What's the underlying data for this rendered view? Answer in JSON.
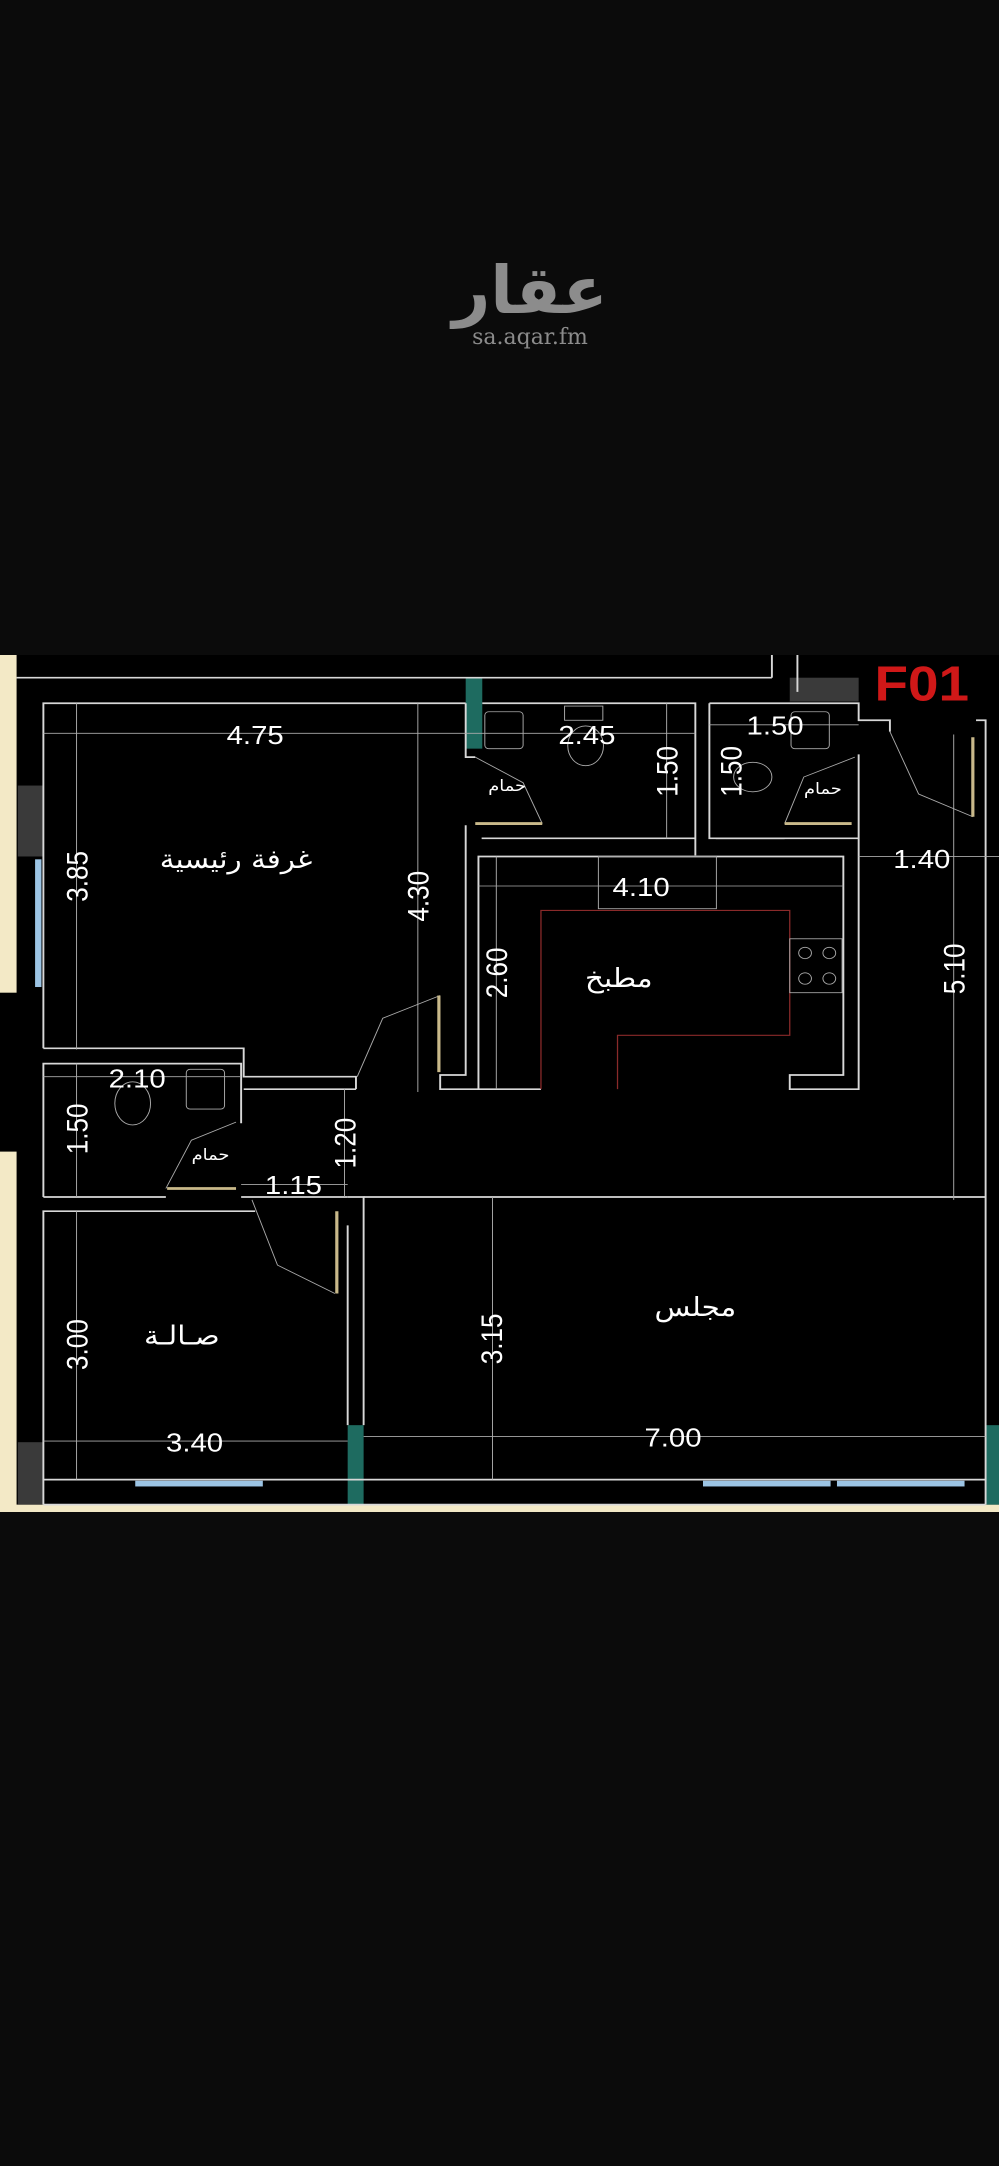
{
  "logo": {
    "arabic": "عقار",
    "url": "sa.aqar.fm"
  },
  "plan": {
    "unit_label": "F01",
    "rooms": {
      "master_bedroom": "غرفة رئيسية",
      "kitchen": "مطبخ",
      "bath": "حمام",
      "hall": "صـالـة",
      "majlis": "مجلس"
    },
    "dimensions": {
      "bedroom_width": "4.75",
      "bedroom_depth": "3.85",
      "bedroom_side": "4.30",
      "bath1_width": "2.45",
      "bath1_depth": "1.50",
      "bath2_width": "1.50",
      "bath2_depth": "1.50",
      "corridor": "1.40",
      "kitchen_width": "4.10",
      "kitchen_depth": "2.60",
      "right_depth": "5.10",
      "bath3_width": "2.10",
      "bath3_depth": "1.50",
      "passage_depth": "1.20",
      "passage_width": "1.15",
      "hall_depth": "3.00",
      "majlis_depth": "3.15",
      "hall_width": "3.40",
      "majlis_width": "7.00"
    },
    "colors": {
      "label_red": "#d01818",
      "cream": "#f3e9c6",
      "window": "#9cc4e4",
      "hatch": "#1e6b60"
    }
  }
}
